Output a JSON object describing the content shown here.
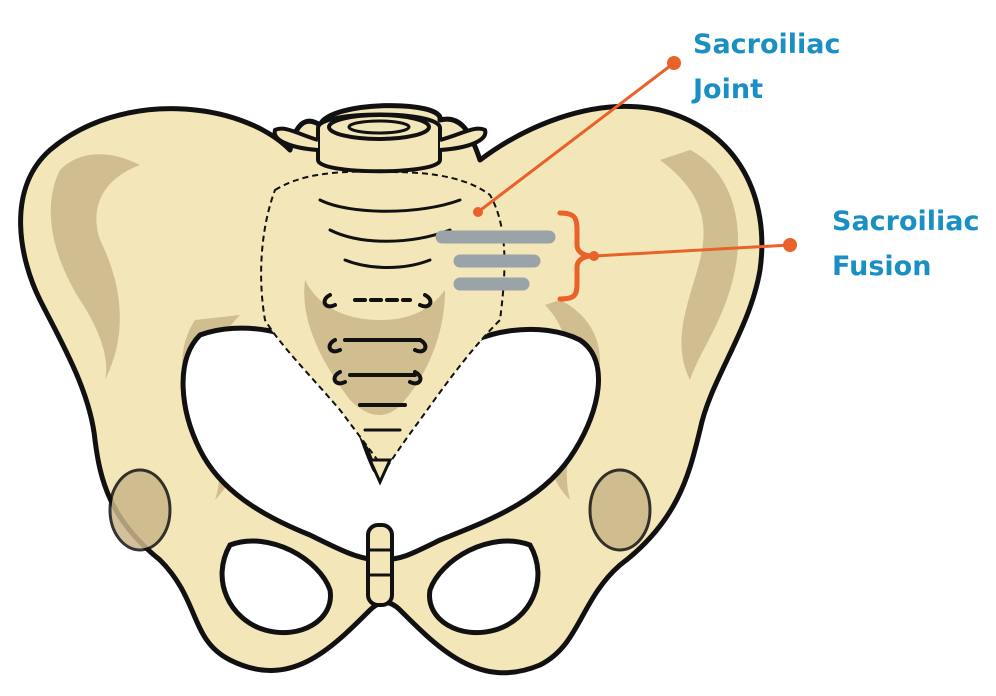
{
  "labels": {
    "joint": {
      "line1": "Sacroiliac",
      "line2": "Joint"
    },
    "fusion": {
      "line1": "Sacroiliac",
      "line2": "Fusion"
    }
  },
  "colors": {
    "bone": "#f3e6b9",
    "bone_shadow": "#c9b68a",
    "outline": "#111111",
    "callout": "#e8622a",
    "label_text": "#1a8fc4",
    "implant": "#9aa3a8"
  },
  "icons": [
    "pelvis-illustration",
    "sacroiliac-implant-bars",
    "fusion-bracket"
  ]
}
